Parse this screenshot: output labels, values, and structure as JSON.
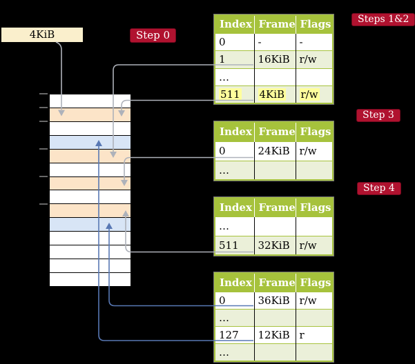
{
  "labels": {
    "frame_size": "4KiB",
    "step0": "Step 0",
    "steps12": "Steps 1&2",
    "step3": "Step 3",
    "step4": "Step 4"
  },
  "memory": {
    "rows": [
      "white",
      "orange",
      "white",
      "blue",
      "orange",
      "white",
      "orange",
      "white",
      "orange",
      "blue",
      "white",
      "white",
      "white",
      "white"
    ]
  },
  "tables": [
    {
      "name": "page-table-steps-1-2",
      "headers": [
        "Index",
        "Frame",
        "Flags"
      ],
      "rows": [
        {
          "cells": [
            "0",
            "-",
            "-"
          ],
          "shade": false,
          "highlight": false
        },
        {
          "cells": [
            "1",
            "16KiB",
            "r/w"
          ],
          "shade": true,
          "highlight": false
        },
        {
          "cells": [
            "…",
            "",
            ""
          ],
          "shade": false,
          "highlight": false
        },
        {
          "cells": [
            "511",
            "4KiB",
            "r/w"
          ],
          "shade": true,
          "highlight": true
        }
      ]
    },
    {
      "name": "page-table-step-3",
      "headers": [
        "Index",
        "Frame",
        "Flags"
      ],
      "rows": [
        {
          "cells": [
            "0",
            "24KiB",
            "r/w"
          ],
          "shade": false,
          "highlight": false
        },
        {
          "cells": [
            "…",
            "",
            ""
          ],
          "shade": true,
          "highlight": false
        }
      ]
    },
    {
      "name": "page-table-step-4",
      "headers": [
        "Index",
        "Frame",
        "Flags"
      ],
      "rows": [
        {
          "cells": [
            "…",
            "",
            ""
          ],
          "shade": false,
          "highlight": false
        },
        {
          "cells": [
            "511",
            "32KiB",
            "r/w"
          ],
          "shade": true,
          "highlight": false
        }
      ]
    },
    {
      "name": "page-table-final",
      "headers": [
        "Index",
        "Frame",
        "Flags"
      ],
      "rows": [
        {
          "cells": [
            "0",
            "36KiB",
            "r/w"
          ],
          "shade": false,
          "highlight": false
        },
        {
          "cells": [
            "…",
            "",
            ""
          ],
          "shade": true,
          "highlight": false
        },
        {
          "cells": [
            "127",
            "12KiB",
            "r"
          ],
          "shade": false,
          "highlight": false
        },
        {
          "cells": [
            "…",
            "",
            ""
          ],
          "shade": true,
          "highlight": false
        }
      ]
    }
  ],
  "colors": {
    "badge_red": "#B0122F",
    "header_green": "#A6C23C",
    "row_green": "#EBF0D9",
    "frame_orange": "#FCE4C8",
    "frame_blue": "#D8E5F6",
    "label_cream": "#FAEFCC",
    "highlight_yellow": "#FFFE9C",
    "arrow_gray": "#AEB2BA",
    "arrow_blue": "#5878B4"
  }
}
